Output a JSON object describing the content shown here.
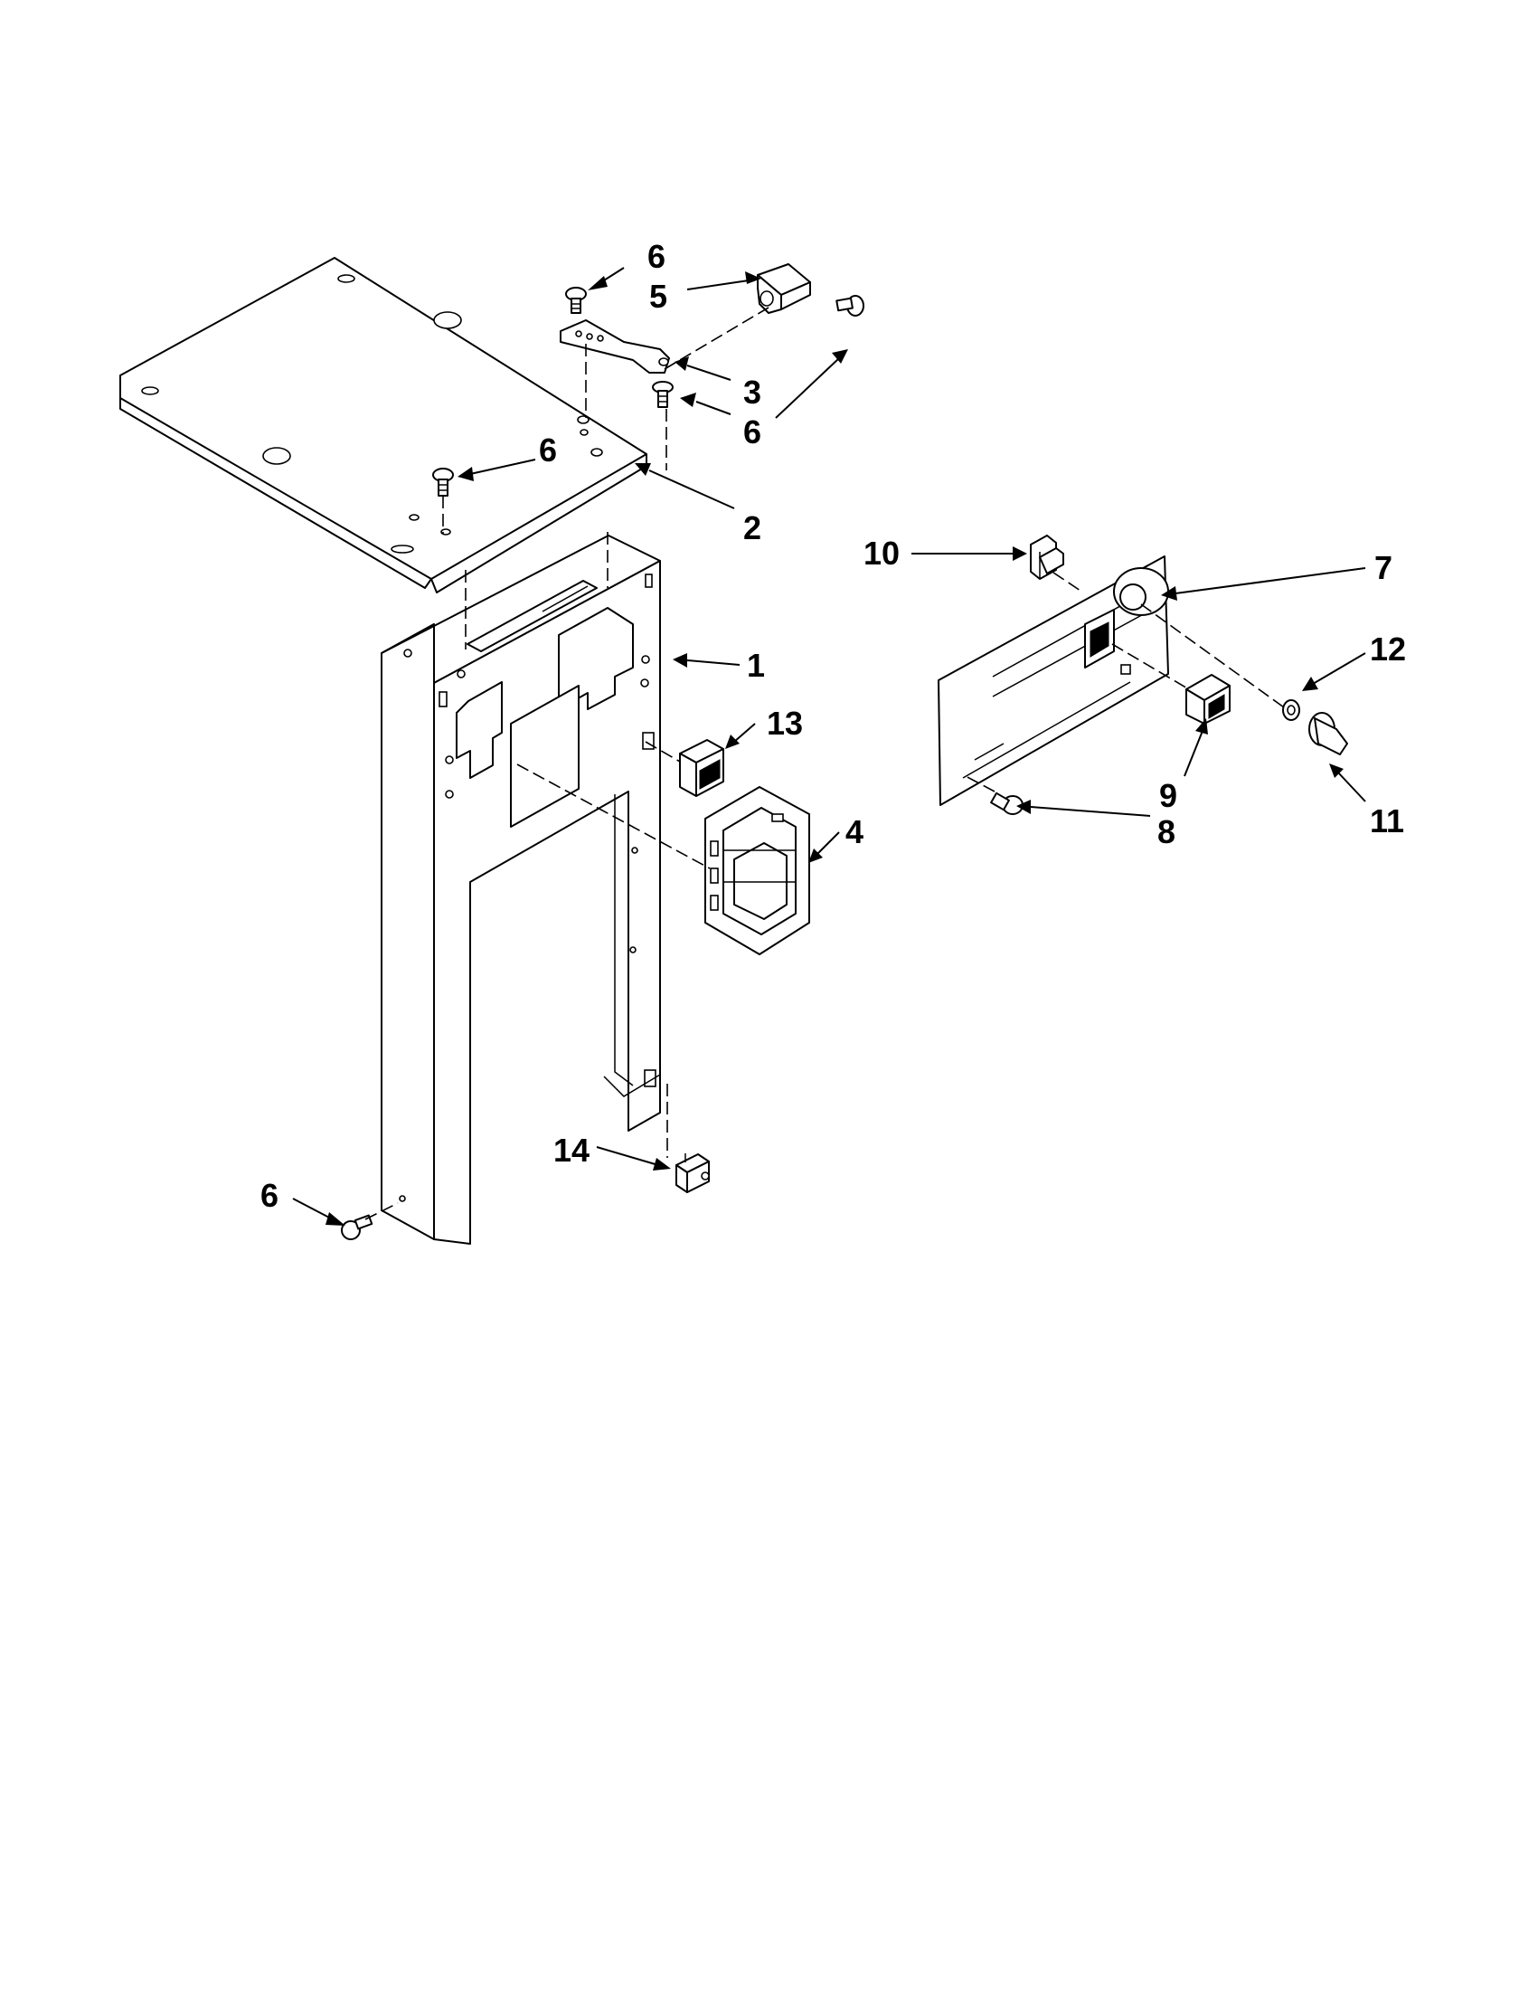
{
  "callouts": [
    {
      "id": "c6a",
      "label": "6"
    },
    {
      "id": "c5",
      "label": "5"
    },
    {
      "id": "c3",
      "label": "3"
    },
    {
      "id": "c6b",
      "label": "6"
    },
    {
      "id": "c6c",
      "label": "6"
    },
    {
      "id": "c2",
      "label": "2"
    },
    {
      "id": "c1",
      "label": "1"
    },
    {
      "id": "c13",
      "label": "13"
    },
    {
      "id": "c4",
      "label": "4"
    },
    {
      "id": "c14",
      "label": "14"
    },
    {
      "id": "c6d",
      "label": "6"
    },
    {
      "id": "c10",
      "label": "10"
    },
    {
      "id": "c7",
      "label": "7"
    },
    {
      "id": "c12",
      "label": "12"
    },
    {
      "id": "c9",
      "label": "9"
    },
    {
      "id": "c8",
      "label": "8"
    },
    {
      "id": "c11",
      "label": "11"
    }
  ]
}
